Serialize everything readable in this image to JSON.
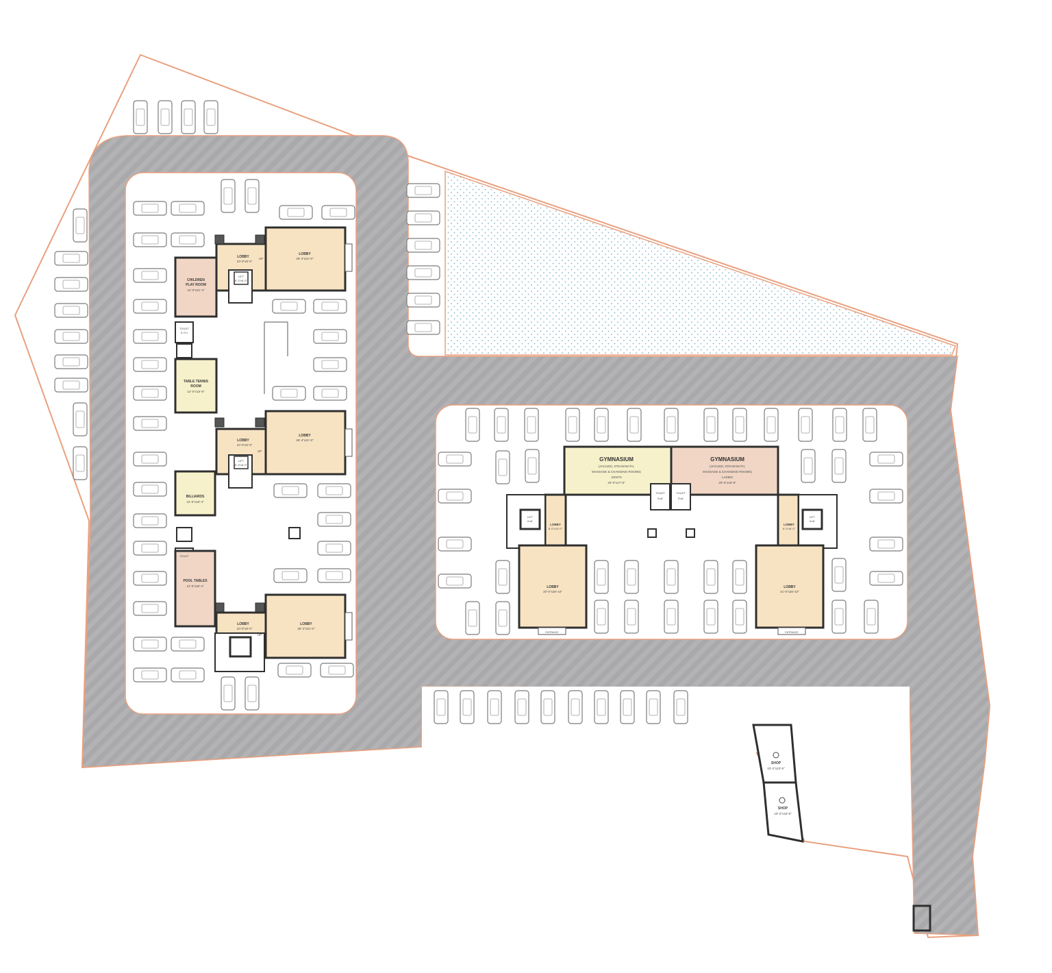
{
  "colors": {
    "road": "#b4b4b6",
    "road_pattern": "#a6a6a8",
    "boundary": "#e9a07e",
    "site": "#ffffff",
    "island": "#ffffff",
    "lobby_fill": "#f7e3c2",
    "amenity_fill": "#f1d6c5",
    "light_amenity": "#f7f1cb",
    "wall": "#2f2f2f",
    "car": "#ffffff",
    "car_stroke": "#7c7c7c",
    "garden_dot": "#7fb3c6"
  },
  "tower_a": {
    "lobby1": {
      "name": "LOBBY",
      "dim": "10'-0\"x8'-0\""
    },
    "lobby1_big": {
      "name": "LOBBY",
      "dim": "26'-4\"x21'-0\""
    },
    "lobby2": {
      "name": "LOBBY",
      "dim": "10'-0\"x8'-0\""
    },
    "lobby2_big": {
      "name": "LOBBY",
      "dim": "26'-4\"x21'-0\""
    },
    "lobby3": {
      "name": "LOBBY",
      "dim": "10'-0\"x8'-0\""
    },
    "lobby3_big": {
      "name": "LOBBY",
      "dim": "26'-4\"x21'-0\""
    },
    "lift1": {
      "name": "LIFT",
      "dim": "6'-3\"x6'-0\""
    },
    "lift2": {
      "name": "LIFT",
      "dim": "6'-3\"x6'-0\""
    },
    "children": {
      "name1": "CHILDREN",
      "name2": "PLAY ROOM",
      "dim": "12'-0\"x21'-4\""
    },
    "toilet1": {
      "name": "TOILET",
      "dim": "5'-0\"x"
    },
    "table_tennis": {
      "name1": "TABLE TENNIS",
      "name2": "ROOM",
      "dim": "12'-0\"x15'-8\""
    },
    "billiards": {
      "name": "BILLIARDS",
      "dim": "12'-0\"x18'-4\""
    },
    "toilet2": {
      "name": "TOILET"
    },
    "pool": {
      "name": "POOL TABLES",
      "dim": "12'-0\"x25'-4\""
    },
    "up": "UP"
  },
  "tower_b": {
    "gym_gents": {
      "name": "GYMNASIUM",
      "sub1": "(JACUZZI, STEAM BATH,",
      "sub2": "MASSAGE & CHANGING ROOMS)",
      "sub3": "GENTS",
      "dim": "20'-0\"x17'-8\""
    },
    "gym_ladies": {
      "name": "GYMNASIUM",
      "sub1": "(JACUZZI, STEAM BATH,",
      "sub2": "MASSAGE & CHANGING ROOMS)",
      "sub3": "LADIES",
      "dim": "20'-0\"x15'-8\""
    },
    "toilet_l": {
      "name": "TOILET",
      "dim": "5'x8'"
    },
    "toilet_r": {
      "name": "TOILET",
      "dim": "5'x8'"
    },
    "lobby_left_small": {
      "name": "LOBBY",
      "dim": "8'-0\"x10'-0\""
    },
    "lobby_left": {
      "name": "LOBBY",
      "dim": "20'-0\"x26'-10\""
    },
    "lobby_right_small": {
      "name": "LOBBY",
      "dim": "8'-0\"x8'-0\""
    },
    "lobby_right": {
      "name": "LOBBY",
      "dim": "41'-6\"x26'-10\""
    },
    "lift_l": {
      "name": "LIFT",
      "dim": "6'x6'"
    },
    "lift_r": {
      "name": "LIFT",
      "dim": "6'x6'"
    },
    "entrance_l": "ENTRANCE",
    "entrance_r": "ENTRANCE"
  },
  "shops": [
    {
      "name": "SHOP",
      "dim": "10'-2\"x23'-6\""
    },
    {
      "name": "SHOP",
      "dim": "10'-2\"x18'-8\""
    }
  ]
}
